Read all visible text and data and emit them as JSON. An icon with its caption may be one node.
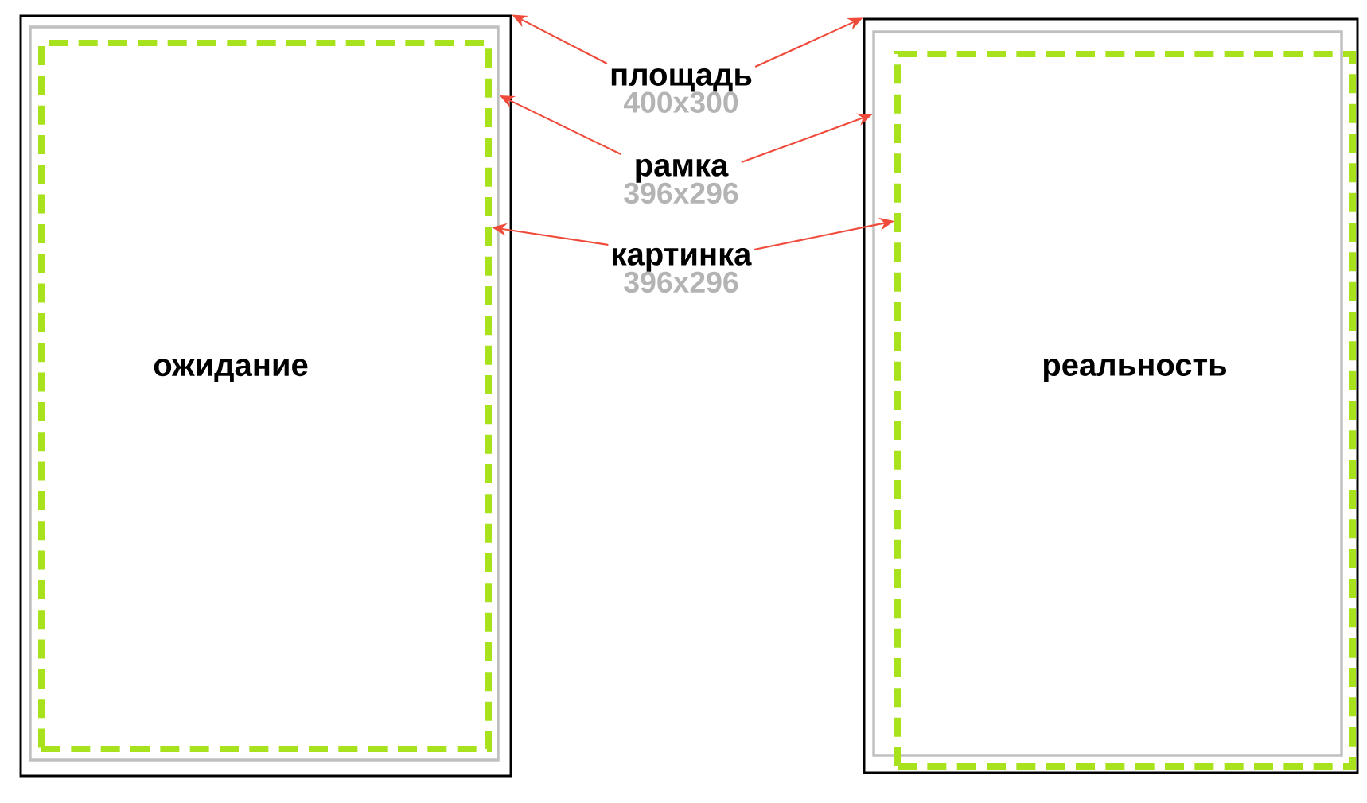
{
  "diagram": {
    "nodes": [
      {
        "text": [],
        "shape": "box"
      },
      {
        "text": [],
        "shape": "box",
        "in": 0
      },
      {
        "text": [
          "ожидание"
        ],
        "in": 1
      },
      {
        "text": [
          "площадь",
          "400x300"
        ]
      },
      {
        "text": [
          "рамка",
          "396x296"
        ]
      },
      {
        "text": [
          "картинка",
          "396x296"
        ]
      },
      {
        "text": [],
        "shape": "box"
      },
      {
        "text": [],
        "shape": "box",
        "in": 6
      },
      {
        "text": [
          "реальность"
        ]
      }
    ],
    "edges": [
      {
        "from": 3,
        "to": 0,
        "arrow": "to"
      },
      {
        "from": 3,
        "to": 6,
        "arrow": "to"
      },
      {
        "from": 4,
        "to": 1,
        "arrow": "to"
      },
      {
        "from": 4,
        "to": 7,
        "arrow": "to"
      },
      {
        "from": 5,
        "to": 2,
        "arrow": "to"
      },
      {
        "from": 5,
        "to": 8,
        "arrow": "to"
      }
    ]
  }
}
